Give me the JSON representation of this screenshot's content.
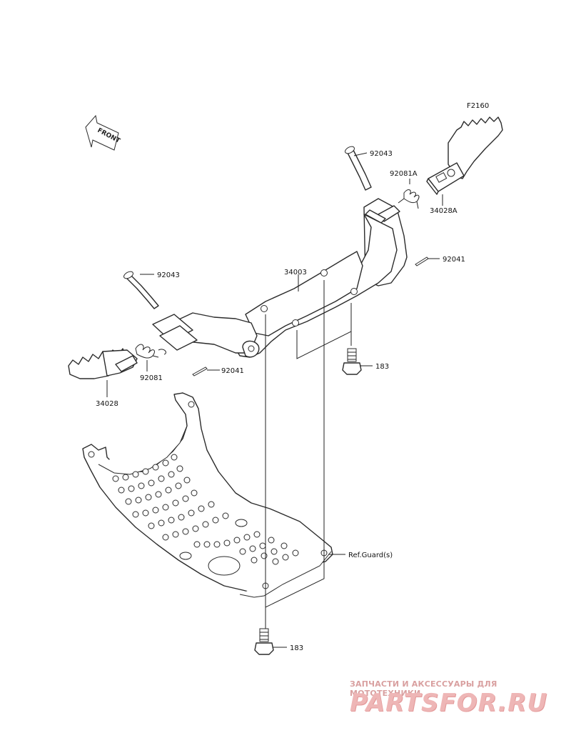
{
  "diagram": {
    "figure_code": "F2160",
    "direction_label": "FRONT",
    "labels": {
      "pin_right": "92043",
      "spring_right": "92081A",
      "peg_right": "34028A",
      "cotter_right": "92041",
      "bracket": "34003",
      "pin_left": "92043",
      "spring_left": "92081",
      "cotter_left": "92041",
      "peg_left": "34028",
      "bolt_top": "183",
      "guard_ref": "Ref.Guard(s)",
      "bolt_bottom": "183"
    }
  },
  "watermark": {
    "tagline": "ЗАПЧАСТИ И АКСЕССУАРЫ ДЛЯ МОТОТЕХНИКИ",
    "brand": "PARTSFOR.RU"
  }
}
